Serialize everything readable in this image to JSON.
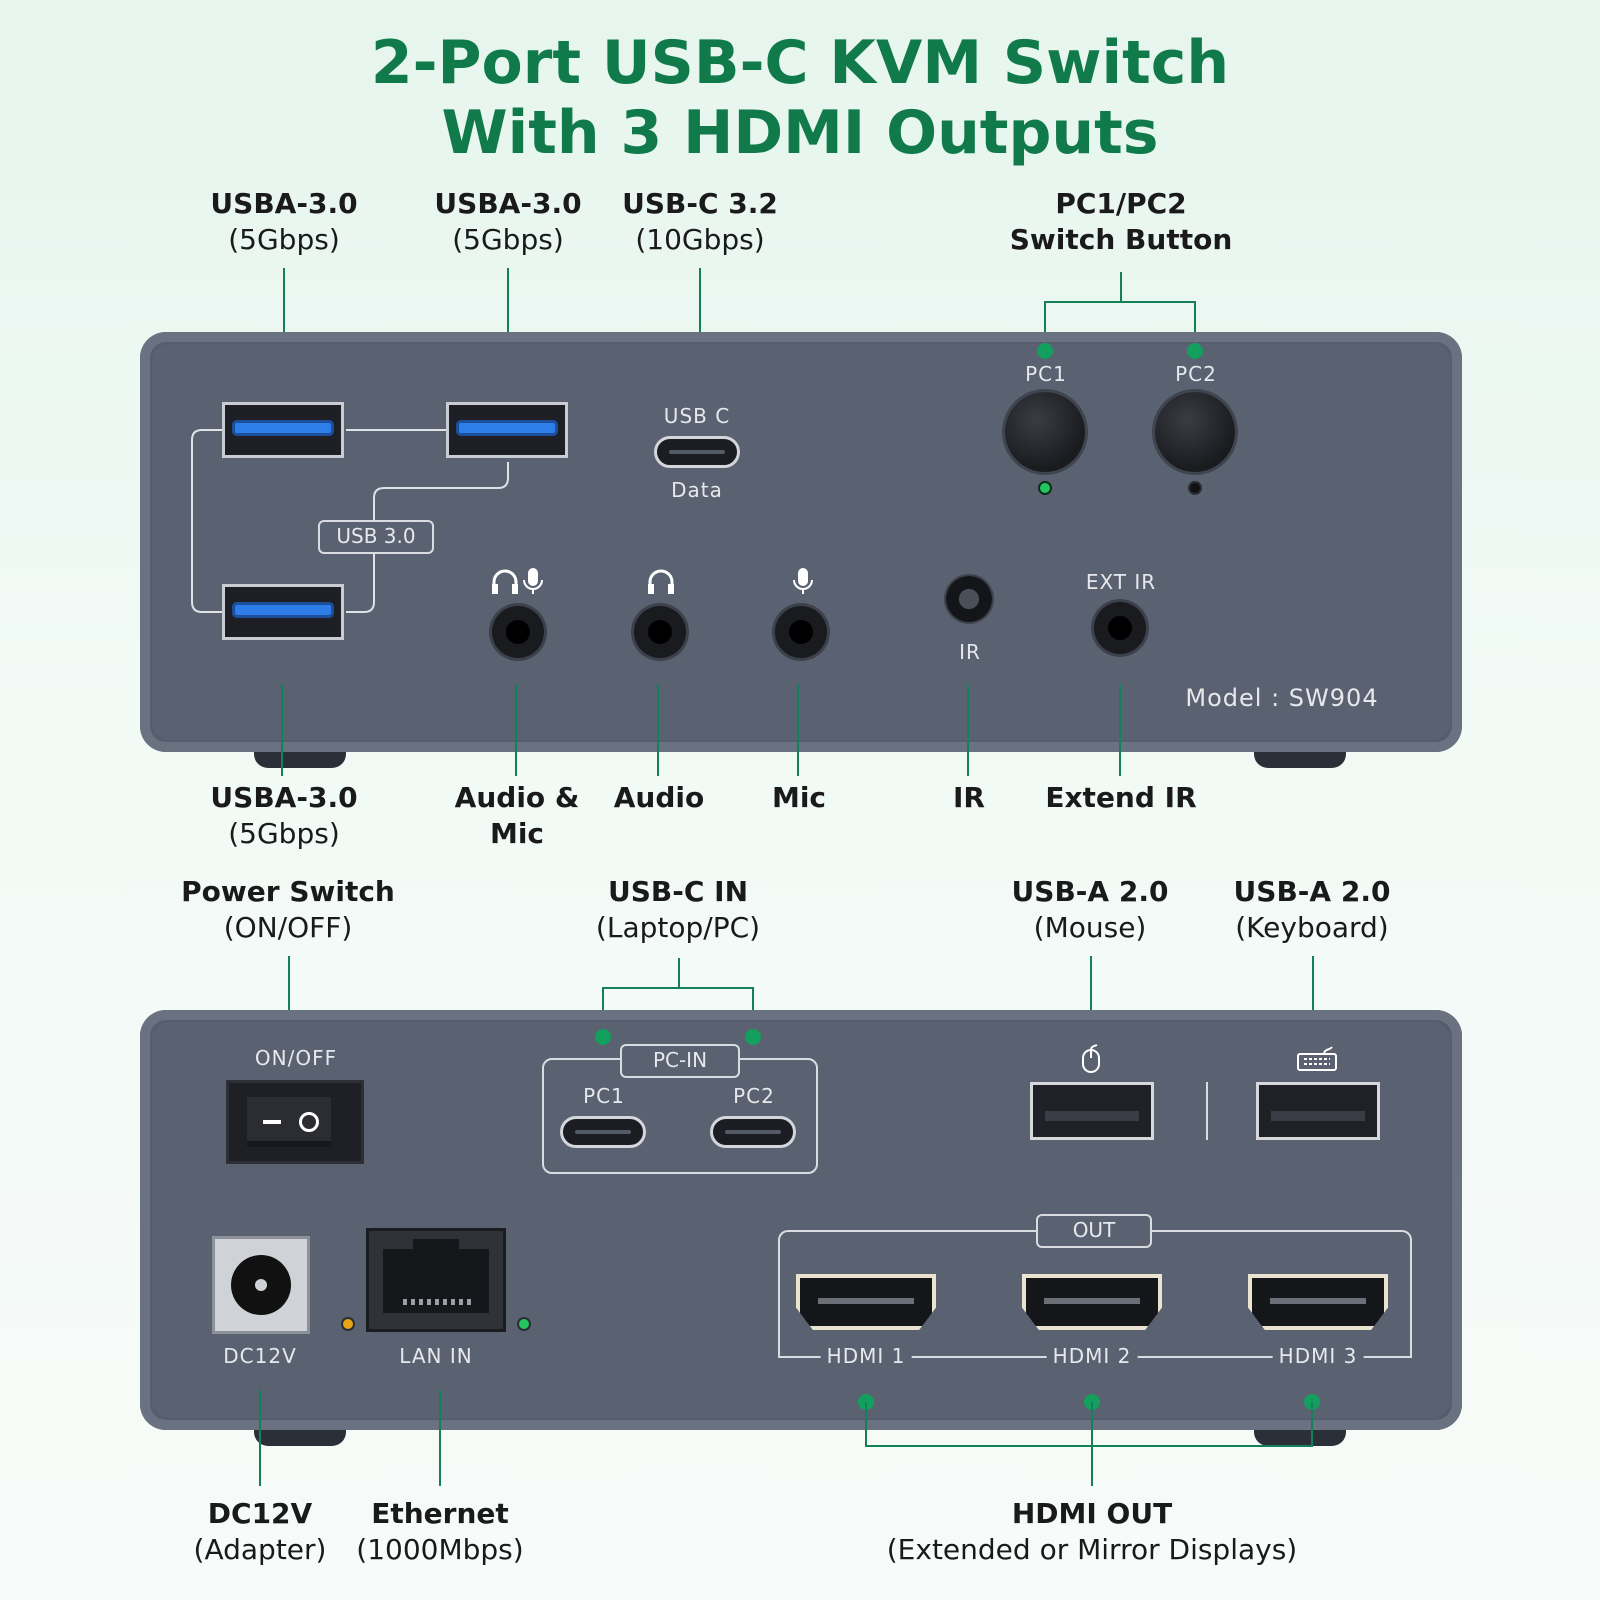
{
  "title": {
    "line1": "2-Port USB-C KVM Switch",
    "line2": "With 3 HDMI Outputs"
  },
  "top_panel": {
    "usb_labels": {
      "usb30": "USB 3.0",
      "usbc": "USB C",
      "data": "Data"
    },
    "pc1": "PC1",
    "pc2": "PC2",
    "ir": "IR",
    "ext_ir": "EXT IR",
    "model": "Model : SW904",
    "pc1_led_color": "#22c55e",
    "pc2_led_color": "#111111"
  },
  "top_callouts": {
    "usba1": {
      "title": "USBA-3.0",
      "sub": "(5Gbps)"
    },
    "usba2": {
      "title": "USBA-3.0",
      "sub": "(5Gbps)"
    },
    "usbc": {
      "title": "USB-C 3.2",
      "sub": "(10Gbps)"
    },
    "switch": {
      "title": "PC1/PC2",
      "sub": "Switch Button"
    },
    "usba3": {
      "title": "USBA-3.0",
      "sub": "(5Gbps)"
    },
    "audio_mic": {
      "title": "Audio &",
      "sub": "Mic"
    },
    "audio": {
      "title": "Audio"
    },
    "mic": {
      "title": "Mic"
    },
    "ir": {
      "title": "IR"
    },
    "extend_ir": {
      "title": "Extend IR"
    }
  },
  "bottom_panel": {
    "on_off": "ON/OFF",
    "pc_in": "PC-IN",
    "pc1": "PC1",
    "pc2": "PC2",
    "out": "OUT",
    "hdmi1": "HDMI 1",
    "hdmi2": "HDMI 2",
    "hdmi3": "HDMI 3",
    "dc12v": "DC12V",
    "lan_in": "LAN IN",
    "lan_led_left": "#e8a317",
    "lan_led_right": "#22c55e"
  },
  "bottom_callouts": {
    "power": {
      "title": "Power Switch",
      "sub": "(ON/OFF)"
    },
    "usbc_in": {
      "title": "USB-C IN",
      "sub": "(Laptop/PC)"
    },
    "mouse": {
      "title": "USB-A 2.0",
      "sub": "(Mouse)"
    },
    "keyboard": {
      "title": "USB-A 2.0",
      "sub": "(Keyboard)"
    },
    "dc12v": {
      "title": "DC12V",
      "sub": "(Adapter)"
    },
    "ethernet": {
      "title": "Ethernet",
      "sub": "(1000Mbps)"
    },
    "hdmi_out": {
      "title": "HDMI OUT",
      "sub": "(Extended or Mirror Displays)"
    }
  },
  "icons": [
    "headset-mic-icon",
    "headphones-icon",
    "microphone-icon",
    "mouse-icon",
    "keyboard-icon"
  ],
  "accent_color": "#117a4a"
}
